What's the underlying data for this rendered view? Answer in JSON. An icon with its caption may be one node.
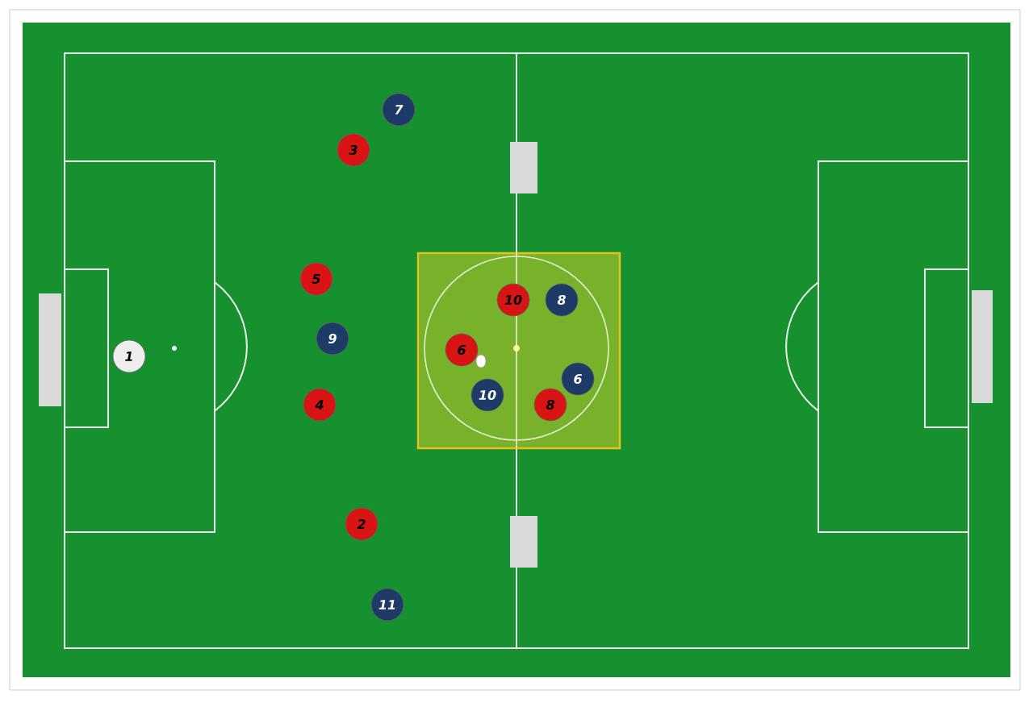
{
  "diagram": {
    "nodes": [
      {
        "text": [
          "7"
        ]
      },
      {
        "text": [
          "3"
        ]
      },
      {
        "text": [
          "5"
        ]
      },
      {
        "text": [
          "10"
        ]
      },
      {
        "text": [
          "8"
        ]
      },
      {
        "text": [
          "9"
        ]
      },
      {
        "text": [
          "6"
        ]
      },
      {
        "text": [
          "1"
        ]
      },
      {
        "text": [
          "6"
        ]
      },
      {
        "text": [
          "10"
        ]
      },
      {
        "text": [
          "4"
        ]
      },
      {
        "text": [
          "8"
        ]
      },
      {
        "text": [
          "2"
        ]
      },
      {
        "text": [
          "11"
        ]
      }
    ]
  }
}
